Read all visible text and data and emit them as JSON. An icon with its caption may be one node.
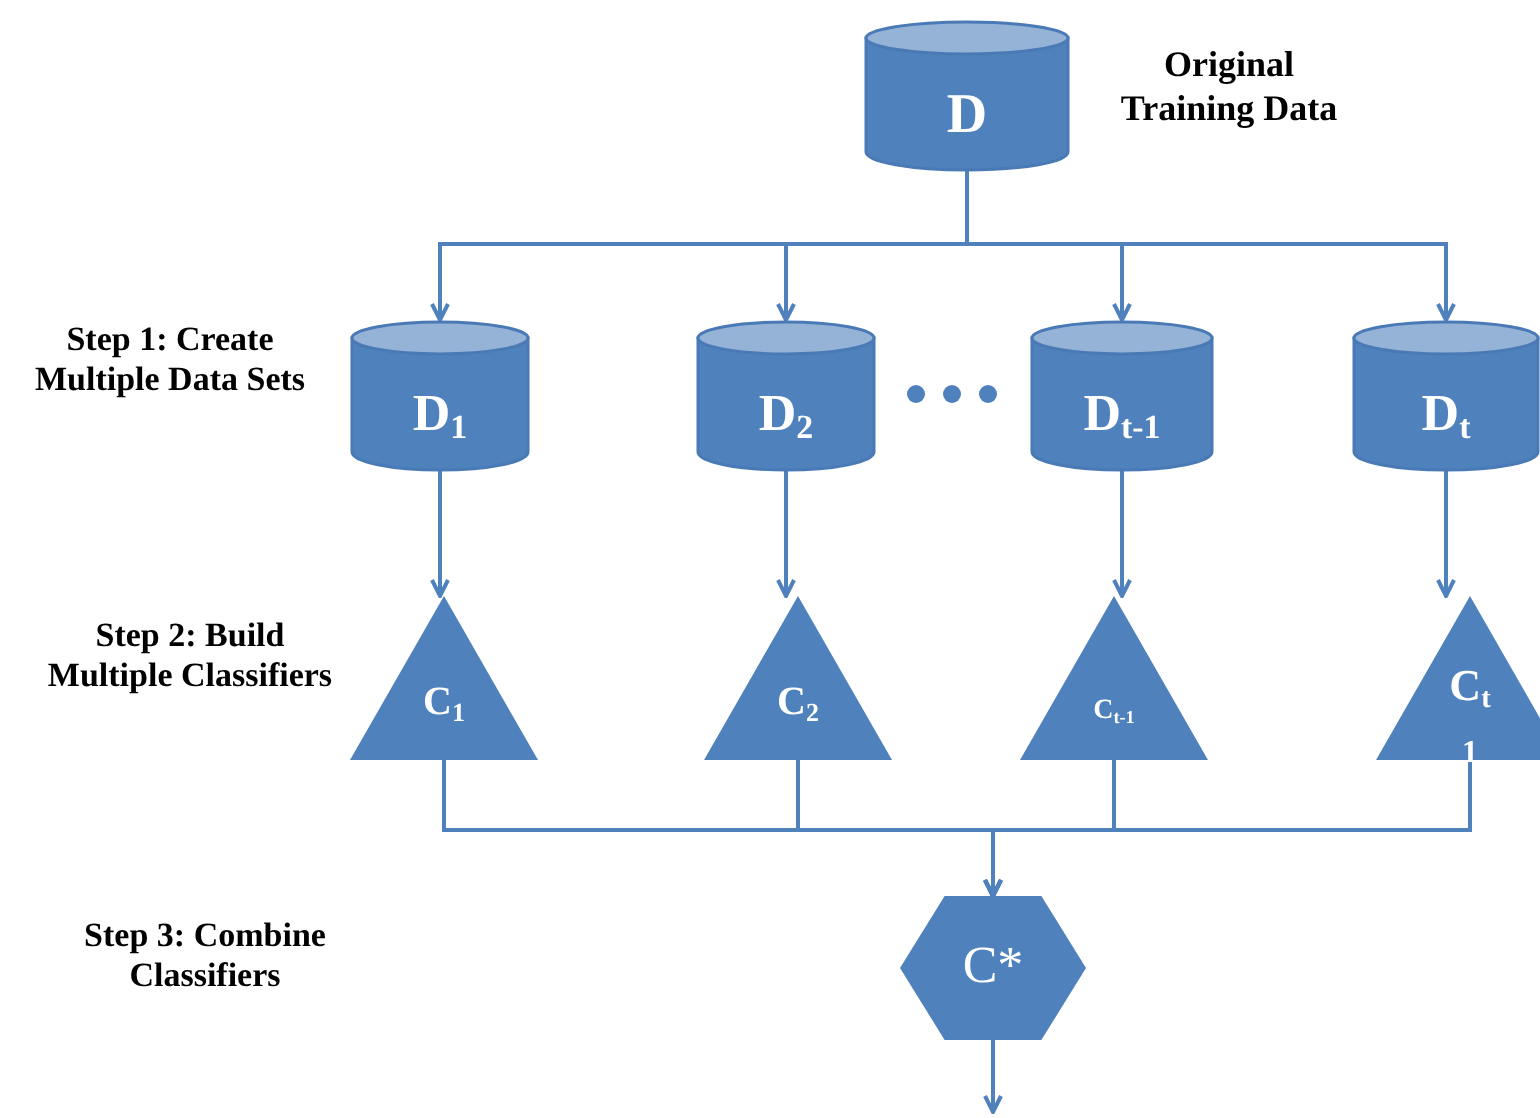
{
  "diagram": {
    "nodes": [
      {
        "text": [
          "D"
        ],
        "beside": [
          "Original Training Data"
        ]
      },
      {
        "text": [
          "D$_{1}$"
        ]
      },
      {
        "text": [
          "D$_{2}$"
        ]
      },
      {
        "text": [
          "D$_{t-1}$"
        ]
      },
      {
        "text": [
          "D$_{t}$"
        ]
      },
      {
        "text": [
          "C$_{1}$"
        ]
      },
      {
        "text": [
          "C$_{2}$"
        ]
      },
      {
        "text": [
          "C$_{t-1}$"
        ]
      },
      {
        "text": [
          "C$_{t}$",
          "1"
        ]
      },
      {
        "text": [
          "C*"
        ]
      }
    ],
    "edges": [
      {
        "from": 0,
        "to": 1,
        "arrow": "to"
      },
      {
        "from": 0,
        "to": 2,
        "arrow": "to"
      },
      {
        "from": 0,
        "to": 3,
        "arrow": "to"
      },
      {
        "from": 0,
        "to": 4,
        "arrow": "to"
      },
      {
        "from": 1,
        "to": 5,
        "arrow": "to"
      },
      {
        "from": 2,
        "to": 6,
        "arrow": "to"
      },
      {
        "from": 3,
        "to": 7,
        "arrow": "to"
      },
      {
        "from": 4,
        "to": 8,
        "arrow": "to"
      },
      {
        "from": 5,
        "to": 9,
        "arrow": "to"
      },
      {
        "from": 6,
        "to": 9,
        "arrow": "to"
      },
      {
        "from": 7,
        "to": 9,
        "arrow": "to"
      },
      {
        "from": 8,
        "to": 9,
        "arrow": "to"
      },
      {
        "from": 9,
        "to": null,
        "arrow": "to"
      }
    ],
    "labels": [
      "Step 1: Create Multiple Data Sets",
      "Step 2: Build Multiple Classifiers",
      "Step 3: Combine Classifiers"
    ]
  }
}
